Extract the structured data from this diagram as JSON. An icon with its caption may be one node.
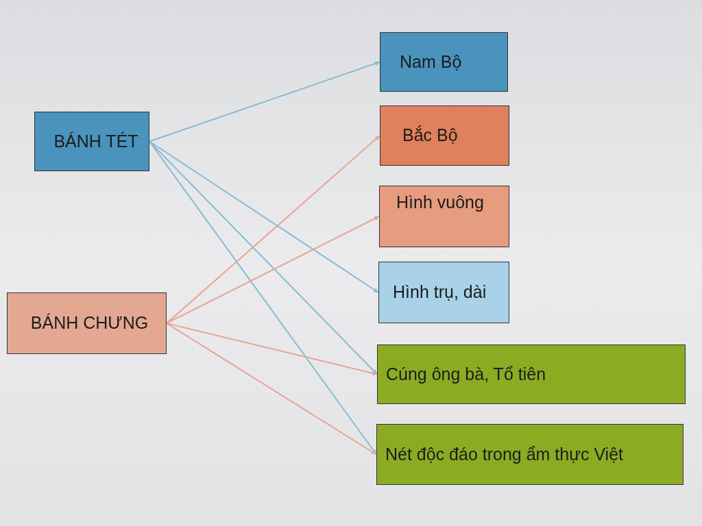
{
  "diagram": {
    "nodes": [
      {
        "text": [
          "BÁNH TÉT"
        ]
      },
      {
        "text": [
          "BÁNH CHƯNG"
        ]
      },
      {
        "text": [
          "Nam Bộ"
        ]
      },
      {
        "text": [
          "Bắc Bộ"
        ]
      },
      {
        "text": [
          "Hình vuông"
        ]
      },
      {
        "text": [
          "Hình trụ, dài"
        ]
      },
      {
        "text": [
          "Cúng ông bà, Tổ tiên"
        ]
      },
      {
        "text": [
          "Nét độc đáo trong ẩm thực Việt"
        ]
      }
    ],
    "edges": [
      {
        "from": 0,
        "to": 2,
        "arrow": "to",
        "color": "#86bcd6"
      },
      {
        "from": 0,
        "to": 5,
        "arrow": "to",
        "color": "#86bcd6"
      },
      {
        "from": 0,
        "to": 6,
        "arrow": "to",
        "color": "#86bcd6"
      },
      {
        "from": 0,
        "to": 7,
        "arrow": "to",
        "color": "#86bcd6"
      },
      {
        "from": 1,
        "to": 3,
        "arrow": "to",
        "color": "#e8a493"
      },
      {
        "from": 1,
        "to": 4,
        "arrow": "to",
        "color": "#e8a493"
      },
      {
        "from": 1,
        "to": 6,
        "arrow": "to",
        "color": "#e8a493"
      },
      {
        "from": 1,
        "to": 7,
        "arrow": "to",
        "color": "#e8a493"
      }
    ]
  }
}
